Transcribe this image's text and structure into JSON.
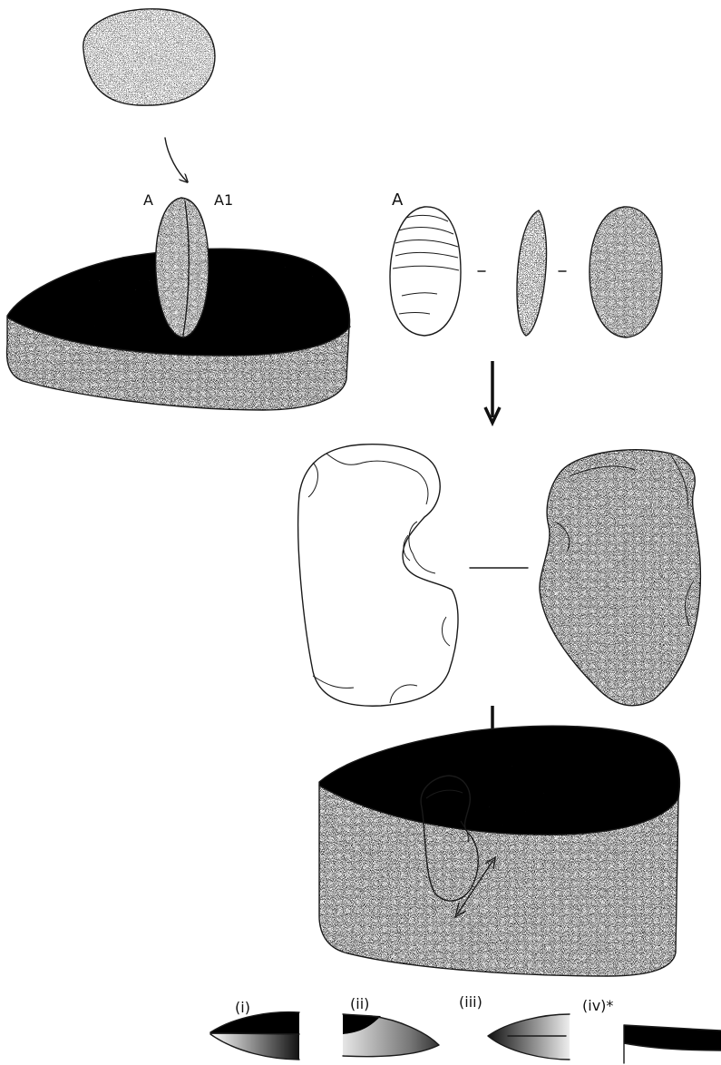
{
  "labels": {
    "pebble_left_face": "A",
    "pebble_right_face": "A1",
    "view_face": "A"
  },
  "edge_types": [
    {
      "id": "i",
      "label": "(i)"
    },
    {
      "id": "ii",
      "label": "(ii)"
    },
    {
      "id": "iii",
      "label": "(iii)"
    },
    {
      "id": "iv",
      "label": "(iv)*"
    }
  ]
}
